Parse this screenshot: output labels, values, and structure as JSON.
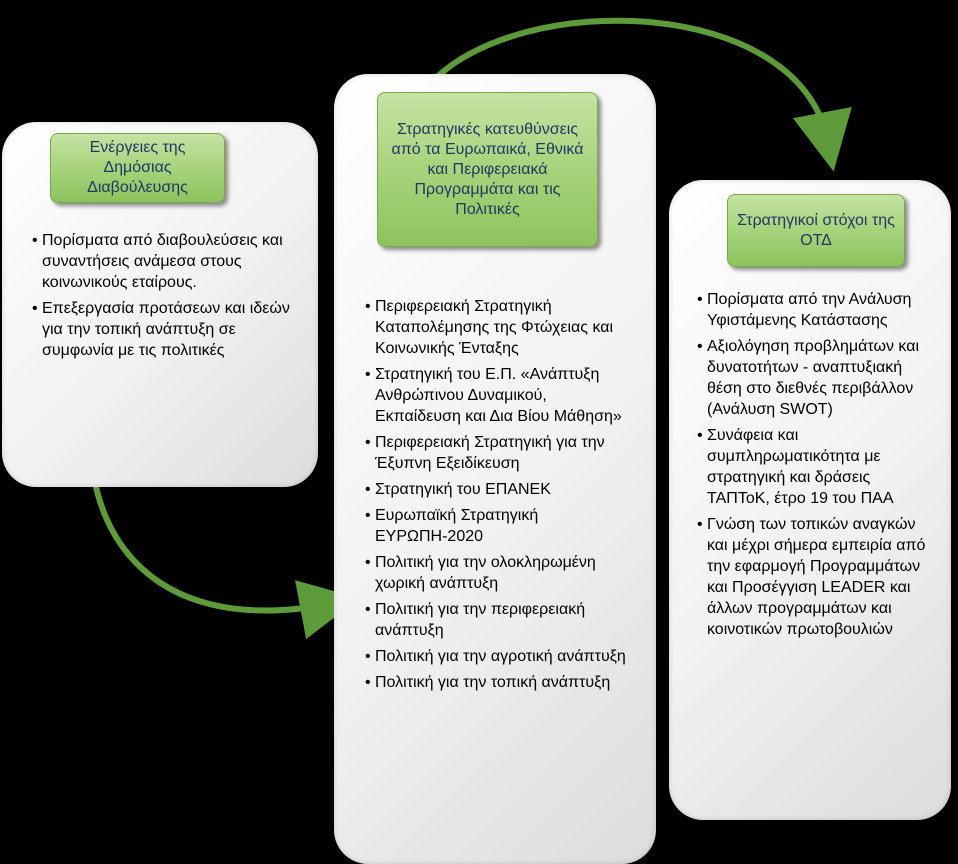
{
  "left": {
    "header": "Ενέργειες της Δημόσιας Διαβούλευσης",
    "items": [
      "Πορίσματα από διαβουλεύσεις και συναντήσεις ανάμεσα στους κοινωνικούς εταίρους.",
      "Επεξεργασία προτάσεων και ιδεών για την τοπική ανάπτυξη σε συμφωνία με τις πολιτικές"
    ]
  },
  "middle": {
    "header": "Στρατηγικές κατευθύνσεις από τα Ευρωπαικά, Εθνικά και Περιφερειακά Προγραμμάτα και τις Πολιτικές",
    "items": [
      "Περιφερειακή Στρατηγική Καταπολέμησης της Φτώχειας και Κοινωνικής Ένταξης",
      "Στρατηγική του Ε.Π. «Ανάπτυξη Ανθρώπινου Δυναμικού, Εκπαίδευση και Δια Βίου Μάθηση»",
      "Περιφερειακή Στρατηγική για την Έξυπνη Εξειδίκευση",
      "Στρατηγική του ΕΠΑΝΕΚ",
      "Ευρωπαϊκή Στρατηγική ΕΥΡΩΠΗ-2020",
      "Πολιτική για την ολοκληρωμένη χωρική ανάπτυξη",
      "Πολιτική για την περιφερειακή ανάπτυξη",
      "Πολιτική για την αγροτική ανάπτυξη",
      "Πολιτική για την τοπική ανάπτυξη"
    ]
  },
  "right": {
    "header": "Στρατηγικοί στόχοι της ΟΤΔ",
    "items": [
      "Πορίσματα από την Ανάλυση Υφιστάμενης Κατάστασης",
      "Αξιολόγηση προβλημάτων και δυνατοτήτων - αναπτυξιακή θέση στο διεθνές περιβάλλον (Ανάλυση SWOT)",
      "Συνάφεια και συμπληρωματικότητα με στρατηγική και δράσεις ΤΑΠΤοΚ, έτρο 19 του ΠΑΑ",
      "Γνώση των τοπικών αναγκών και μέχρι σήμερα εμπειρία από την εφαρμογή Προγραμμάτων και Προσέγγιση LEADER και άλλων προγραμμάτων και κοινοτικών πρωτοβουλιών"
    ]
  },
  "colors": {
    "arrow": "#5d9b3a",
    "header_text": "#1f3864",
    "header_fill": "#a9d57f",
    "background": "#000000"
  }
}
